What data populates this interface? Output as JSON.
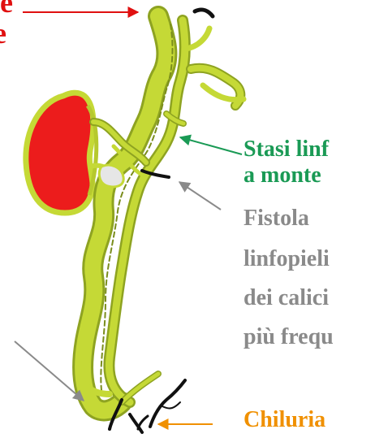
{
  "labels": {
    "top_left_line1": "le",
    "top_left_line2": "e",
    "stasi_line1": "Stasi linf",
    "stasi_line2": "a monte",
    "fistola_line1": "Fistola",
    "fistola_line2": "linfopieli",
    "fistola_line3": "dei calici",
    "fistola_line4": "più frequ",
    "chiluria": "Chiluria"
  },
  "colors": {
    "red": "#e01010",
    "green": "#1a9a55",
    "gray": "#8a8a8a",
    "orange": "#f09000",
    "lymph": "#c5d936",
    "lymph_edge": "#8ea321",
    "kidney": "#ec1c1c"
  }
}
